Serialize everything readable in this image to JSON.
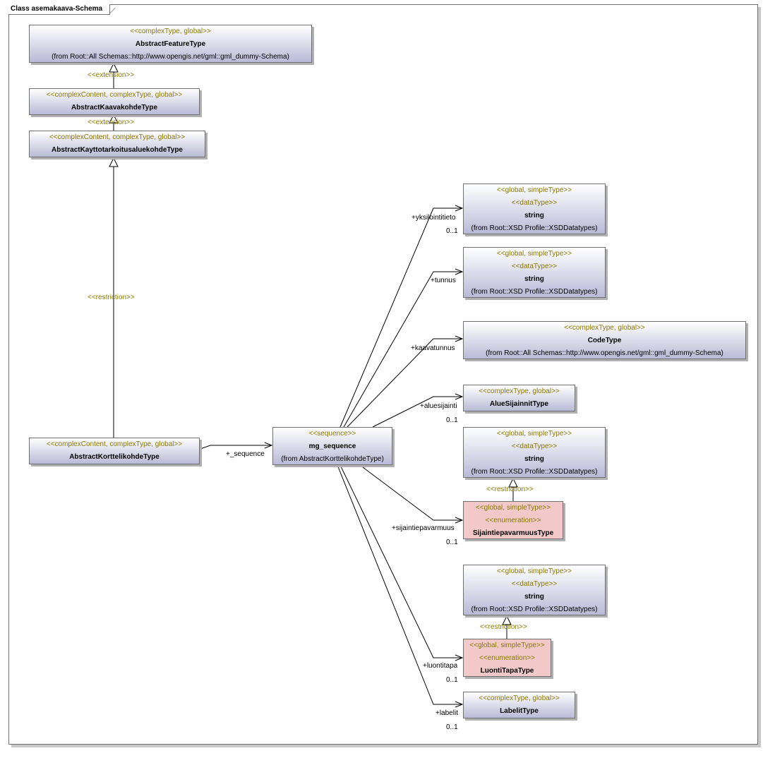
{
  "frame": {
    "title": "Class asemakaava-Schema"
  },
  "classes": {
    "abstract_feature_type": {
      "stereotype": "<<complexType, global>>",
      "name": "AbstractFeatureType",
      "from": "(from Root::All Schemas::http://www.opengis.net/gml::gml_dummy-Schema)"
    },
    "abstract_kaavakohde_type": {
      "stereotype": "<<complexContent, complexType, global>>",
      "name": "AbstractKaavakohdeType"
    },
    "abstract_kayttotarkoitus_type": {
      "stereotype": "<<complexContent, complexType, global>>",
      "name": "AbstractKayttotarkoitusaluekohdeType"
    },
    "abstract_korttelikohde_type": {
      "stereotype": "<<complexContent, complexType, global>>",
      "name": "AbstractKorttelikohdeType"
    },
    "mg_sequence": {
      "stereotype": "<<sequence>>",
      "name": "mg_sequence",
      "from": "(from AbstractKorttelikohdeType)"
    },
    "string_1": {
      "stereotype": "<<global, simpleType>>",
      "stereotype2": "<<dataType>>",
      "name": "string",
      "from": "(from Root::XSD Profile::XSDDatatypes)"
    },
    "string_2": {
      "stereotype": "<<global, simpleType>>",
      "stereotype2": "<<dataType>>",
      "name": "string",
      "from": "(from Root::XSD Profile::XSDDatatypes)"
    },
    "code_type": {
      "stereotype": "<<complexType, global>>",
      "name": "CodeType",
      "from": "(from Root::All Schemas::http://www.opengis.net/gml::gml_dummy-Schema)"
    },
    "alue_sijainnit_type": {
      "stereotype": "<<complexType, global>>",
      "name": "AlueSijainnitType"
    },
    "string_3": {
      "stereotype": "<<global, simpleType>>",
      "stereotype2": "<<dataType>>",
      "name": "string",
      "from": "(from Root::XSD Profile::XSDDatatypes)"
    },
    "sijaintiepavarmuus_type": {
      "stereotype": "<<global, simpleType>>",
      "stereotype2": "<<enumeration>>",
      "name": "SijaintiepavarmuusType"
    },
    "string_4": {
      "stereotype": "<<global, simpleType>>",
      "stereotype2": "<<dataType>>",
      "name": "string",
      "from": "(from Root::XSD Profile::XSDDatatypes)"
    },
    "luontitapa_type": {
      "stereotype": "<<global, simpleType>>",
      "stereotype2": "<<enumeration>>",
      "name": "LuontiTapaType"
    },
    "labelit_type": {
      "stereotype": "<<complexType, global>>",
      "name": "LabelitType"
    }
  },
  "relations": {
    "extension_1": "<<extension>>",
    "extension_2": "<<extension>>",
    "restriction_main": "<<restriction>>",
    "restriction_sijainti": "<<restriction>>",
    "restriction_luontitapa": "<<restriction>>"
  },
  "roles": {
    "sequence": "+_sequence",
    "yksilointitieto": "+yksilointitieto",
    "yksilointitieto_mult": "0..1",
    "tunnus": "+tunnus",
    "kaavatunnus": "+kaavatunnus",
    "aluesijainti": "+aluesijainti",
    "aluesijainti_mult": "0..1",
    "sijaintiepavarmuus": "+sijaintiepavarmuus",
    "sijaintiepavarmuus_mult": "0..1",
    "luontitapa": "+luontitapa",
    "luontitapa_mult": "0..1",
    "labelit": "+labelit",
    "labelit_mult": "0..1"
  }
}
